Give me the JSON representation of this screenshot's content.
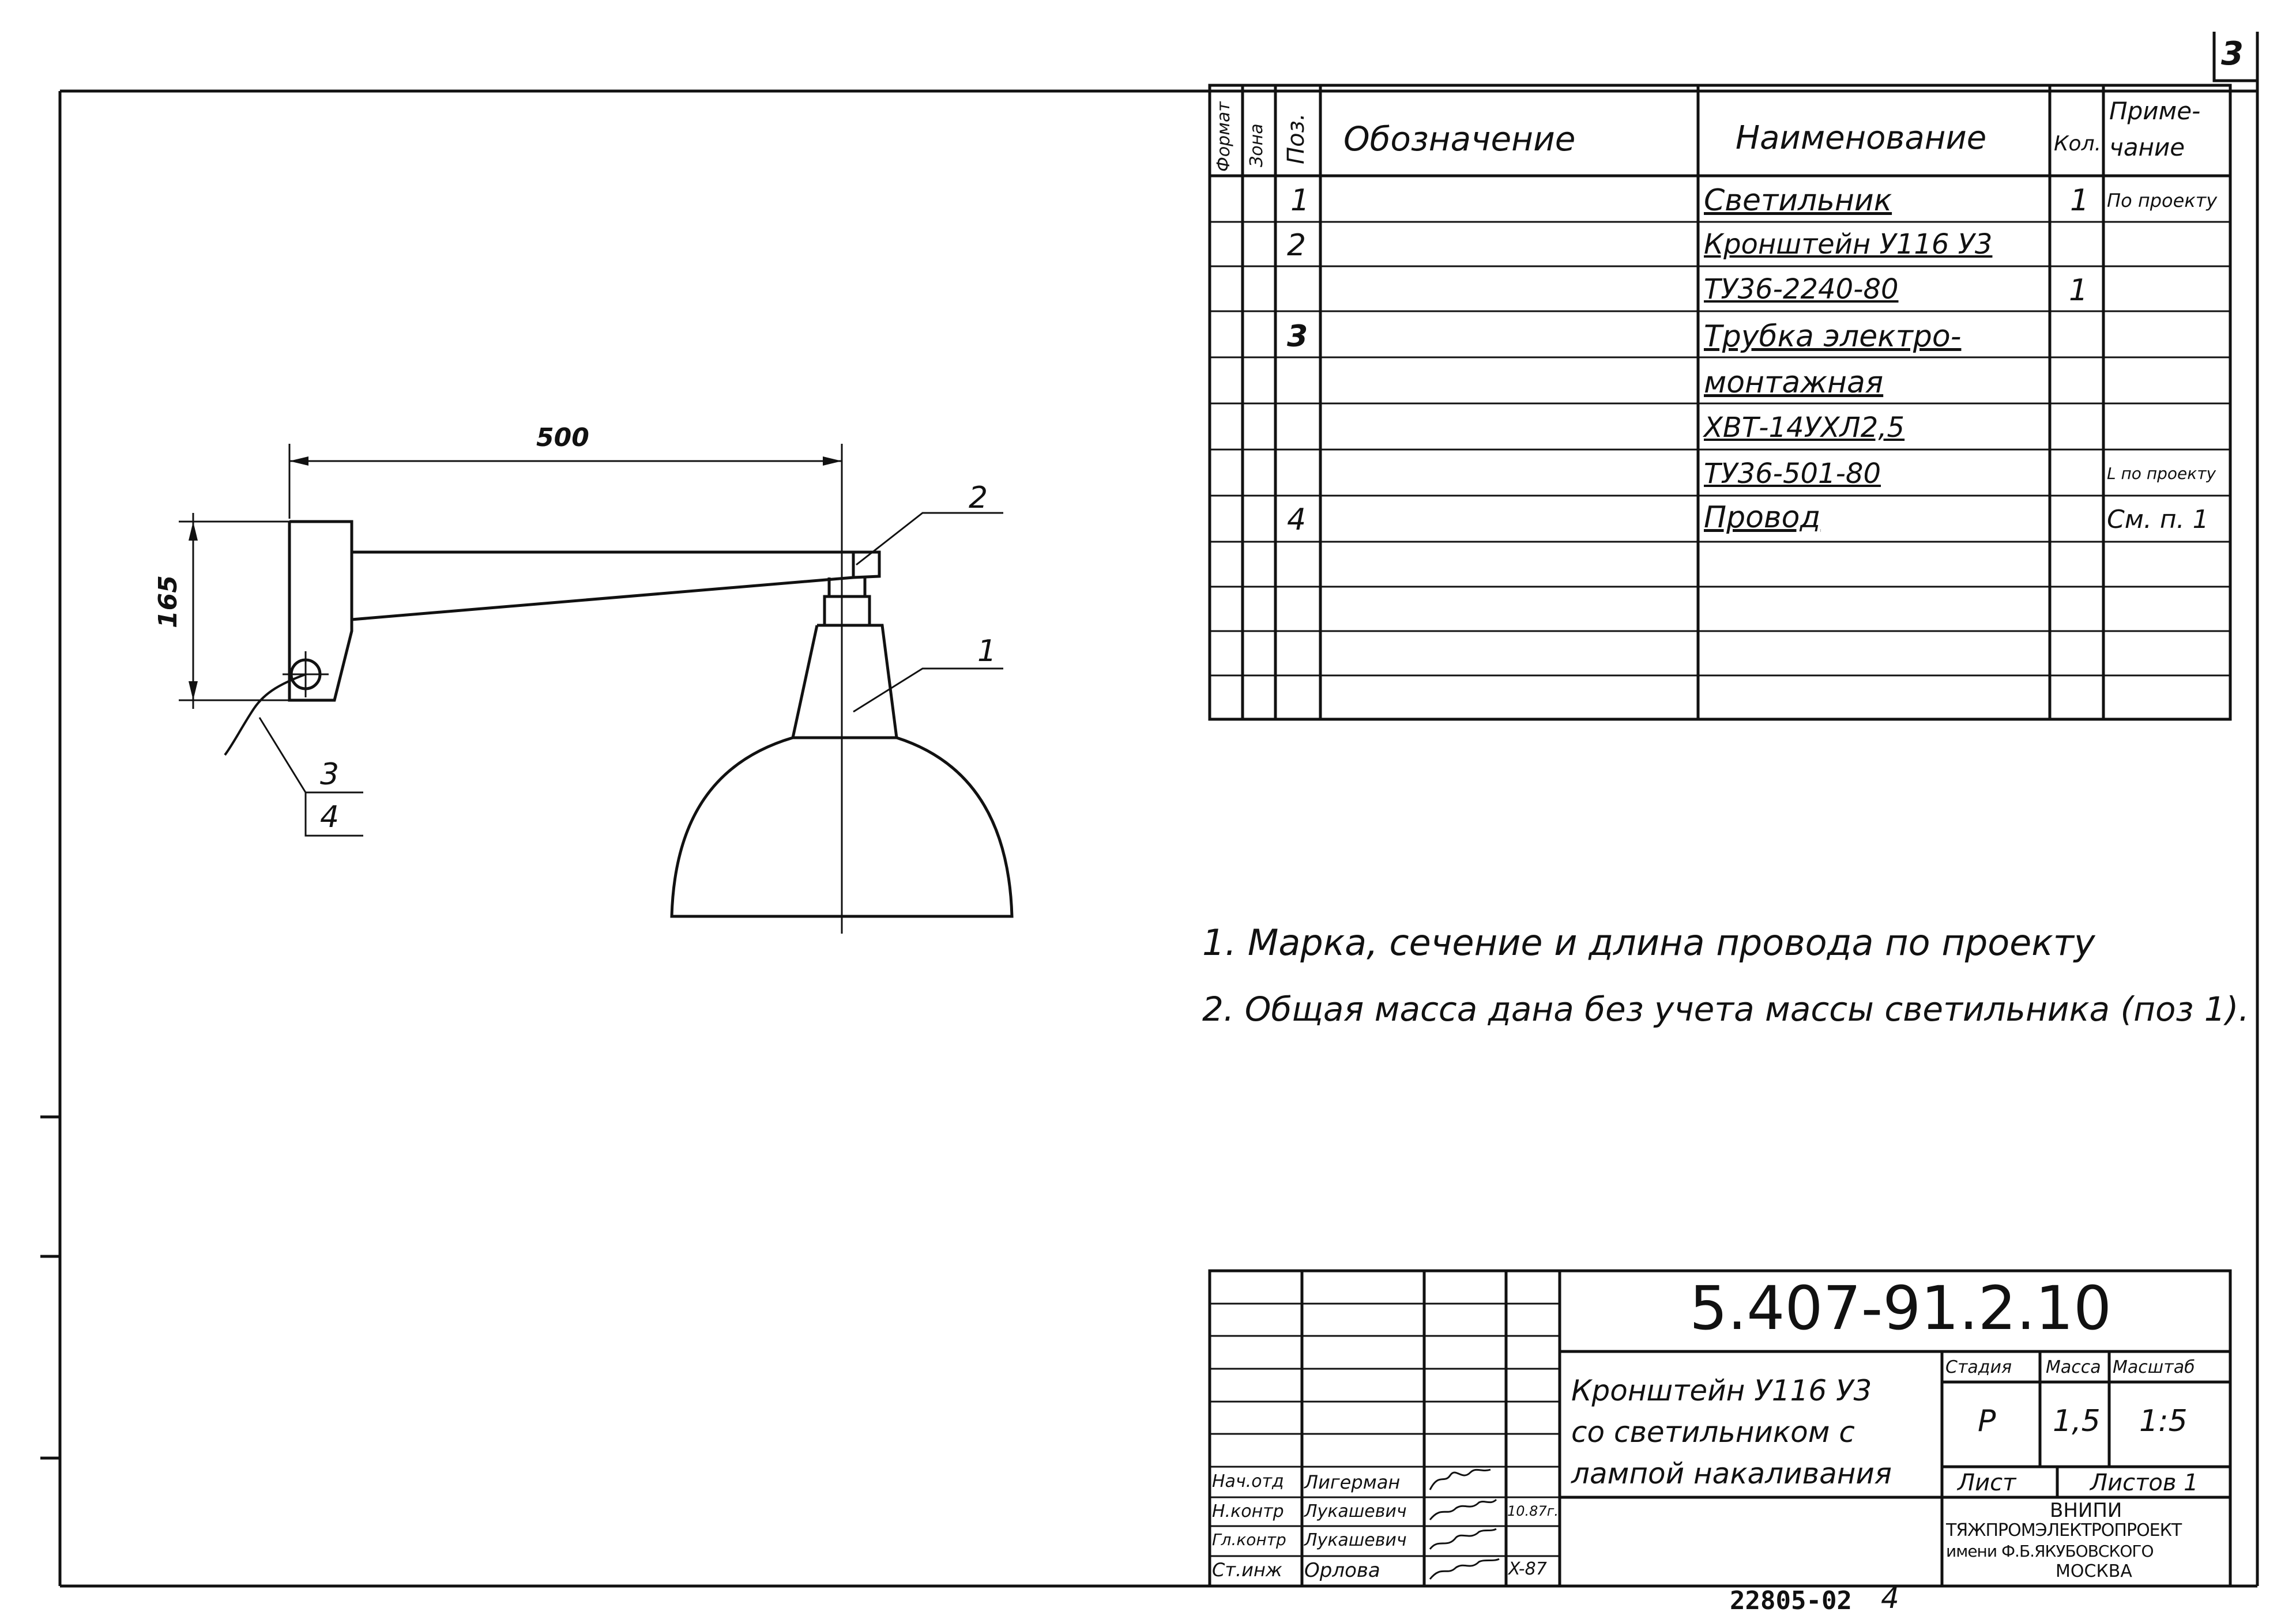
{
  "sheet_number": "3",
  "drawing": {
    "dimension_width": "500",
    "dimension_height": "165",
    "callout_2": "2",
    "callout_1": "1",
    "callout_3": "3",
    "callout_4": "4"
  },
  "spec_table": {
    "headers": {
      "format": "Формат",
      "zone": "Зона",
      "pos": "Поз.",
      "designation": "Обозначение",
      "name": "Наименование",
      "qty": "Кол.",
      "note_line1": "Приме-",
      "note_line2": "чание"
    },
    "rows": [
      {
        "pos": "1",
        "name": "Светильник",
        "qty": "1",
        "note": "По проекту"
      },
      {
        "pos": "2",
        "name": "Кронштейн У116 У3",
        "qty": "",
        "note": ""
      },
      {
        "pos": "",
        "name": "ТУ36-2240-80",
        "qty": "1",
        "note": ""
      },
      {
        "pos": "3",
        "name": "Трубка электро-",
        "qty": "",
        "note": ""
      },
      {
        "pos": "",
        "name": "монтажная",
        "qty": "",
        "note": ""
      },
      {
        "pos": "",
        "name": "ХВТ-14УХЛ2,5",
        "qty": "",
        "note": ""
      },
      {
        "pos": "",
        "name": "ТУ36-501-80",
        "qty": "",
        "note": "L по проекту"
      },
      {
        "pos": "4",
        "name": "Провод",
        "qty": "",
        "note": "См. п. 1"
      },
      {
        "pos": "",
        "name": "",
        "qty": "",
        "note": ""
      },
      {
        "pos": "",
        "name": "",
        "qty": "",
        "note": ""
      },
      {
        "pos": "",
        "name": "",
        "qty": "",
        "note": ""
      },
      {
        "pos": "",
        "name": "",
        "qty": "",
        "note": ""
      }
    ]
  },
  "notes": [
    "1. Марка, сечение и длина провода по проекту",
    "2. Общая масса дана без учета массы светильника (поз 1)."
  ],
  "title_block": {
    "document_code": "5.407-91.2.10",
    "title_lines": [
      "Кронштейн У116 У3",
      "со светильником с",
      "лампой накаливания"
    ],
    "stage_label": "Стадия",
    "mass_label": "Масса",
    "scale_label": "Масштаб",
    "stage_value": "Р",
    "mass_value": "1,5",
    "scale_value": "1:5",
    "sheet_label": "Лист",
    "sheets_label": "Листов 1",
    "org_lines": [
      "ВНИПИ",
      "ТЯЖПРОМЭЛЕКТРОПРОЕКТ",
      "имени Ф.Б.ЯКУБОВСКОГО",
      "МОСКВА"
    ],
    "signatures": [
      {
        "role": "Нач.отд",
        "surname": "Лигерман",
        "date": ""
      },
      {
        "role": "Н.контр",
        "surname": "Лукашевич",
        "date": "10.87г."
      },
      {
        "role": "Гл.контр",
        "surname": "Лукашевич",
        "date": ""
      },
      {
        "role": "Ст.инж",
        "surname": "Орлова",
        "date": "X-87"
      }
    ]
  },
  "bottom_number": "22805-02",
  "bottom_page": "4"
}
